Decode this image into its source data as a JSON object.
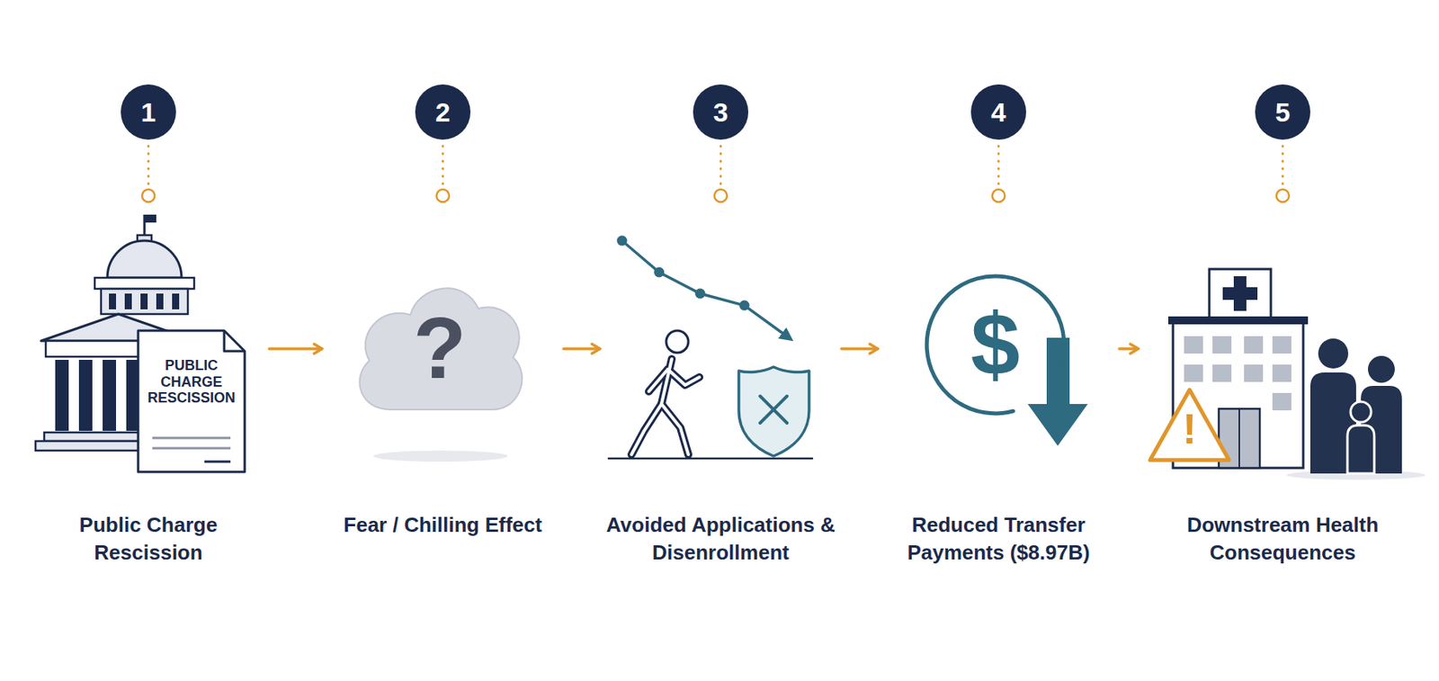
{
  "diagram": {
    "nodes": [
      {
        "text": [
          "1"
        ]
      },
      {
        "text": [
          "2"
        ]
      },
      {
        "text": [
          "3"
        ]
      },
      {
        "text": [
          "4"
        ]
      },
      {
        "text": [
          "5"
        ]
      },
      {
        "text": [
          "Public Charge Rescission"
        ]
      },
      {
        "text": [
          "PUBLIC CHARGE RESCISSION"
        ],
        "in": 5
      },
      {
        "text": [
          "Fear / Chilling Effect"
        ]
      },
      {
        "text": [
          "?"
        ],
        "in": 7
      },
      {
        "text": [
          "Avoided Applications & Disenrollment"
        ]
      },
      {
        "text": [
          "Reduced Transfer Payments ($8.97B)"
        ]
      },
      {
        "text": [
          "$"
        ],
        "in": 10
      },
      {
        "text": [
          "Downstream Health Consequences"
        ]
      },
      {
        "text": [
          "!"
        ],
        "in": 12
      }
    ],
    "edges": [
      {
        "from": 0,
        "to": 5,
        "arrow": "none"
      },
      {
        "from": 1,
        "to": 7,
        "arrow": "none"
      },
      {
        "from": 2,
        "to": 9,
        "arrow": "none"
      },
      {
        "from": 3,
        "to": 10,
        "arrow": "none"
      },
      {
        "from": 4,
        "to": 12,
        "arrow": "none"
      },
      {
        "from": 5,
        "to": 7,
        "arrow": "to"
      },
      {
        "from": 7,
        "to": 9,
        "arrow": "to"
      },
      {
        "from": 9,
        "to": 10,
        "arrow": "to"
      },
      {
        "from": 10,
        "to": 12,
        "arrow": "to"
      }
    ]
  }
}
